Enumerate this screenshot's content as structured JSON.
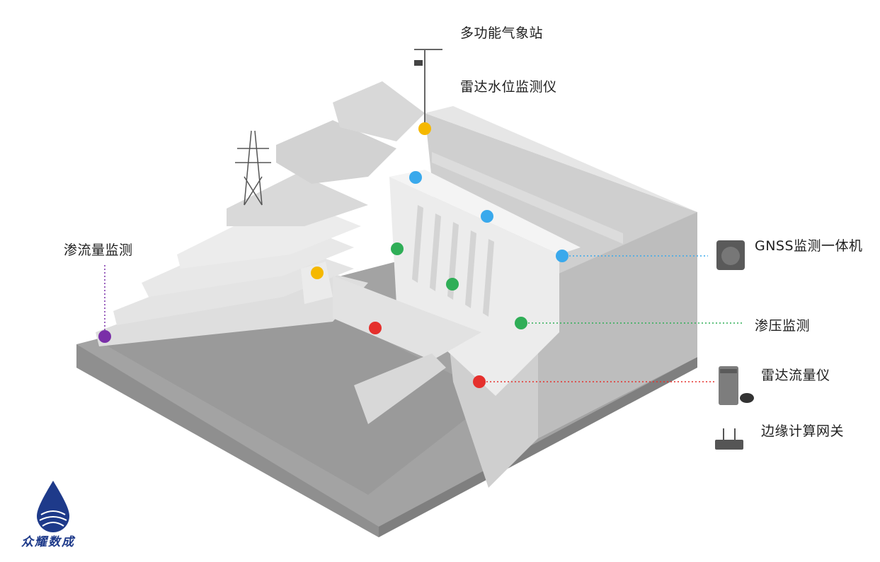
{
  "labels": {
    "weather_station": "多功能气象站",
    "radar_level_meter": "雷达水位监测仪",
    "seepage_flow": "渗流量监测",
    "gnss": "GNSS监测一体机",
    "seepage_pressure": "渗压监测",
    "radar_flow_meter": "雷达流量仪",
    "edge_gateway": "边缘计算网关"
  },
  "logo": {
    "text": "众耀数成"
  },
  "colors": {
    "yellow_marker": "#f5b800",
    "blue_marker": "#3aa9ec",
    "green_marker": "#2fae57",
    "red_marker": "#e5302d",
    "purple_marker": "#7a2fa8",
    "logo_blue": "#1e3a8a"
  }
}
